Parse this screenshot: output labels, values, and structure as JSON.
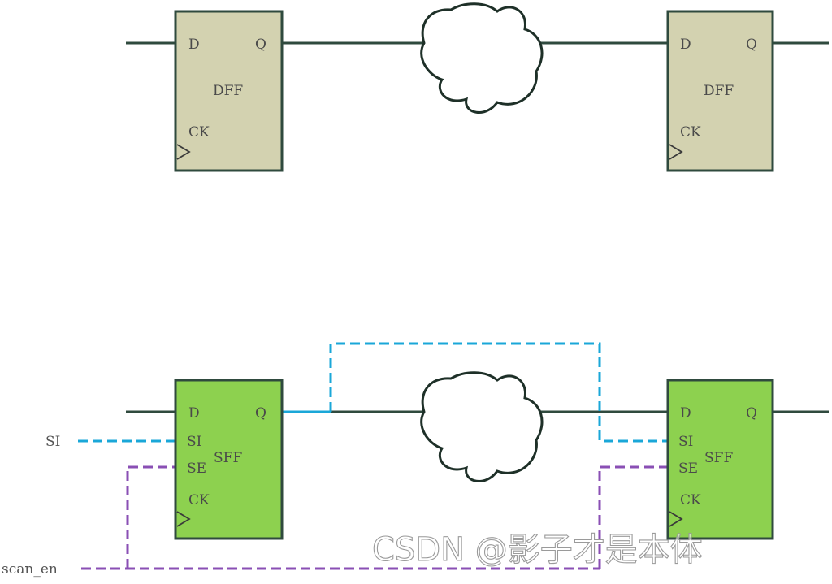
{
  "top_row": {
    "left_ff": {
      "d": "D",
      "q": "Q",
      "name": "DFF",
      "ck": "CK"
    },
    "right_ff": {
      "d": "D",
      "q": "Q",
      "name": "DFF",
      "ck": "CK"
    }
  },
  "bottom_row": {
    "left_ff": {
      "d": "D",
      "q": "Q",
      "si": "SI",
      "se": "SE",
      "name": "SFF",
      "ck": "CK"
    },
    "right_ff": {
      "d": "D",
      "q": "Q",
      "si": "SI",
      "se": "SE",
      "name": "SFF",
      "ck": "CK"
    },
    "si_input_label": "SI",
    "scan_enable_label": "scan_en"
  },
  "watermark": "CSDN @影子才是本体",
  "colors": {
    "dff_fill": "#d3d2b0",
    "sff_fill": "#8dd14f",
    "wire": "#2f4a3e",
    "scan_in": "#1aa7d8",
    "scan_enable": "#8a4fb4"
  }
}
